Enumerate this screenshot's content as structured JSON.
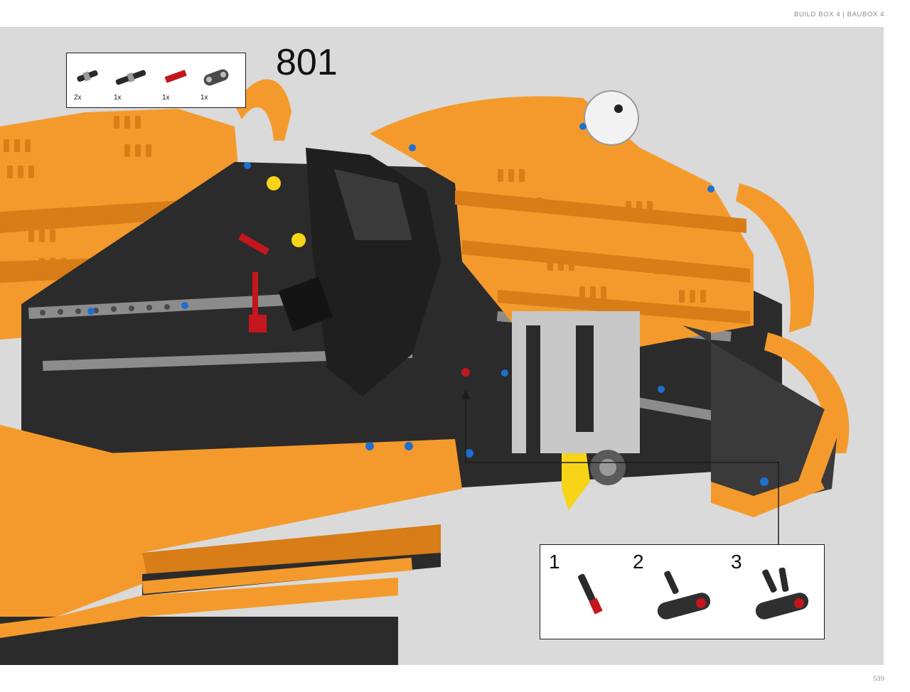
{
  "header": {
    "text": "BUILD BOX 4  |  BAUBOX 4"
  },
  "page_number": "539",
  "step": {
    "number": "801"
  },
  "parts": [
    {
      "name": "axle-pin-black",
      "qty": "2x",
      "color": "#2a2a2a"
    },
    {
      "name": "long-axle-pin-black",
      "qty": "1x",
      "color": "#2a2a2a"
    },
    {
      "name": "axle-red",
      "qty": "1x",
      "color": "#c4161c"
    },
    {
      "name": "beam-connector-dark-grey",
      "qty": "1x",
      "color": "#4a4a4a"
    }
  ],
  "substeps": [
    {
      "number": "1",
      "name": "pin-with-red-axle"
    },
    {
      "number": "2",
      "name": "pin-on-beam"
    },
    {
      "number": "3",
      "name": "double-pin-beam"
    }
  ],
  "colors": {
    "orange": "#f49a2c",
    "orange_shadow": "#d87d17",
    "black": "#2b2b2b",
    "grey": "#a8a8a8",
    "red": "#c4161c",
    "yellow": "#f7d417",
    "blue": "#1e6fd0"
  }
}
